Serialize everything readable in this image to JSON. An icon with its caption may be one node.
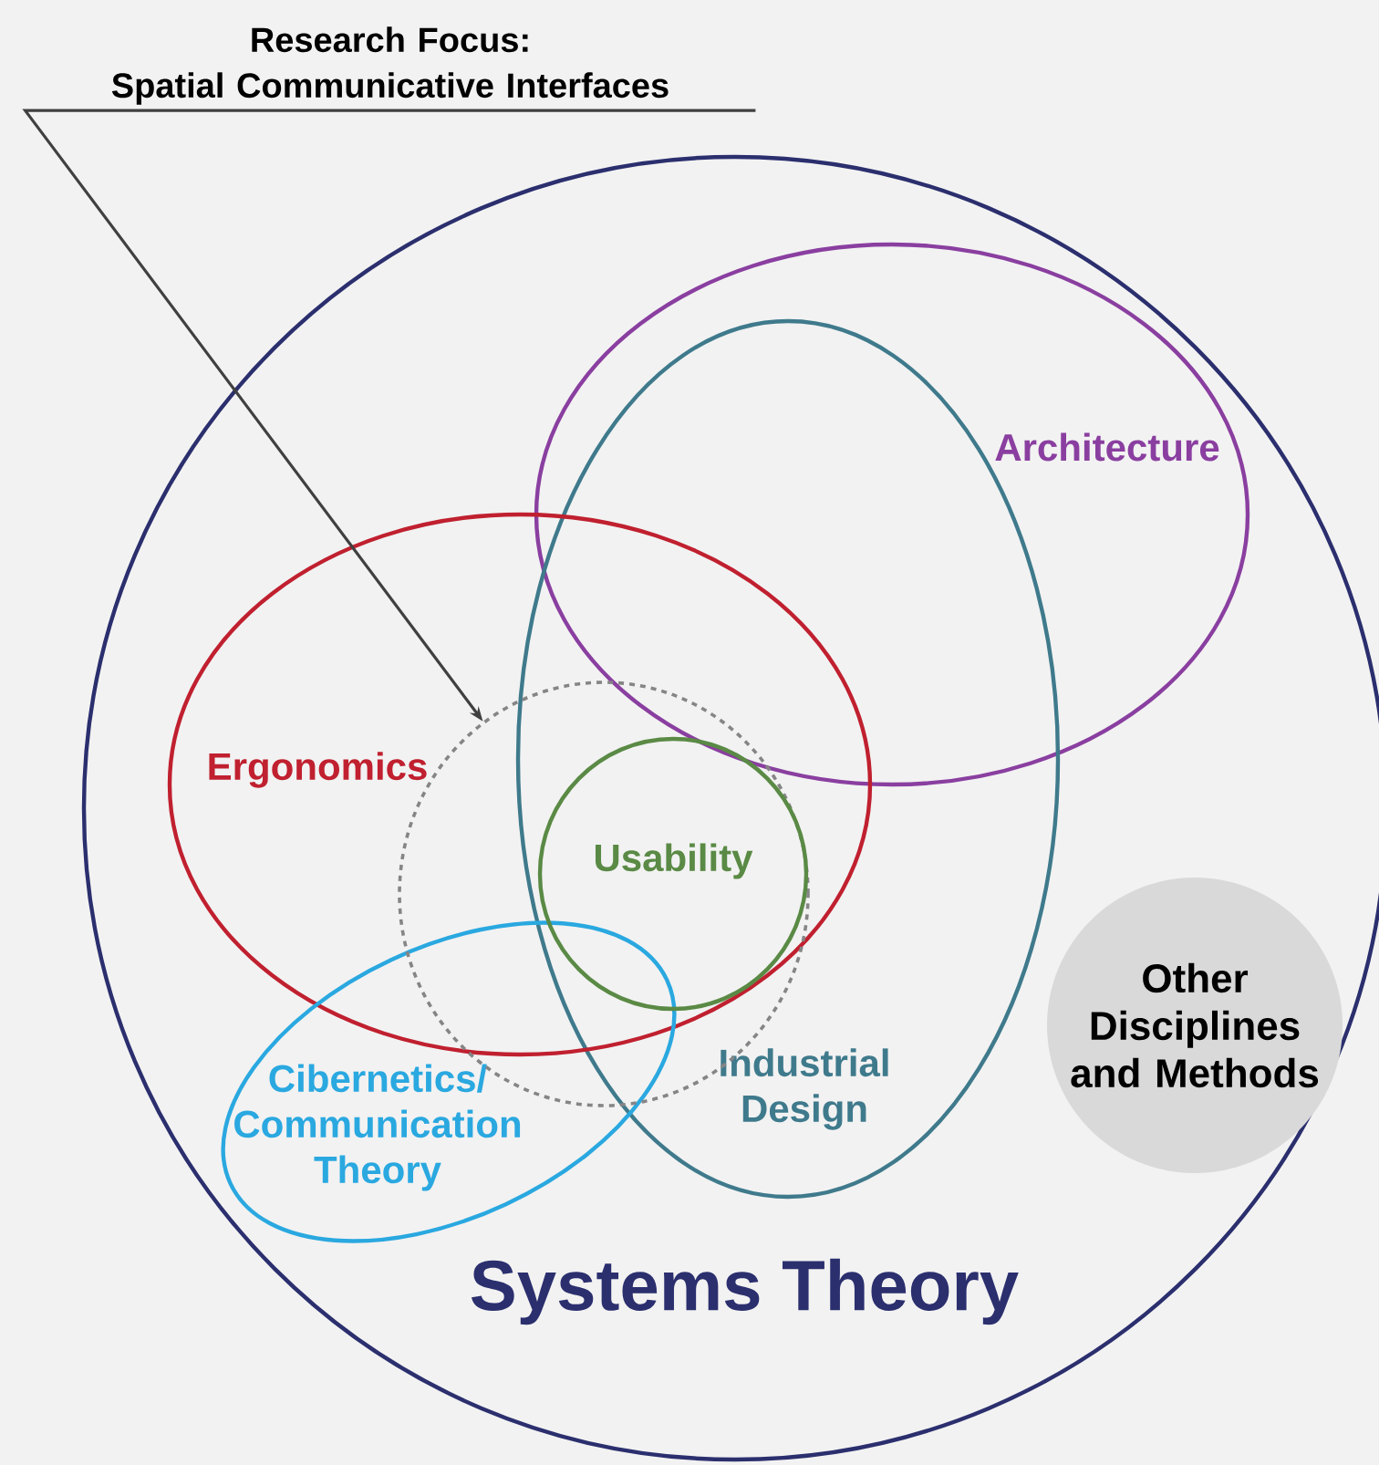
{
  "diagram": {
    "nodes": [
      {
        "text": [
          "Systems Theory"
        ]
      },
      {
        "text": [
          "Architecture"
        ],
        "in": 0
      },
      {
        "text": [
          "Industrial Design"
        ],
        "in": 0
      },
      {
        "text": [
          "Ergonomics"
        ],
        "in": 0
      },
      {
        "text": [
          "Usability"
        ]
      },
      {
        "text": [
          "Cibernetics/ Communication Theory"
        ],
        "in": 0
      },
      {
        "text": [
          "Other Disciplines and Methods"
        ],
        "in": 0
      },
      {
        "text": [],
        "shape": "circle",
        "in": 0
      },
      {
        "text": [
          "Research Focus: Spatial Communicative Interfaces"
        ]
      }
    ],
    "edges": [
      {
        "from": 8,
        "to": 7,
        "arrow": "to"
      }
    ]
  }
}
